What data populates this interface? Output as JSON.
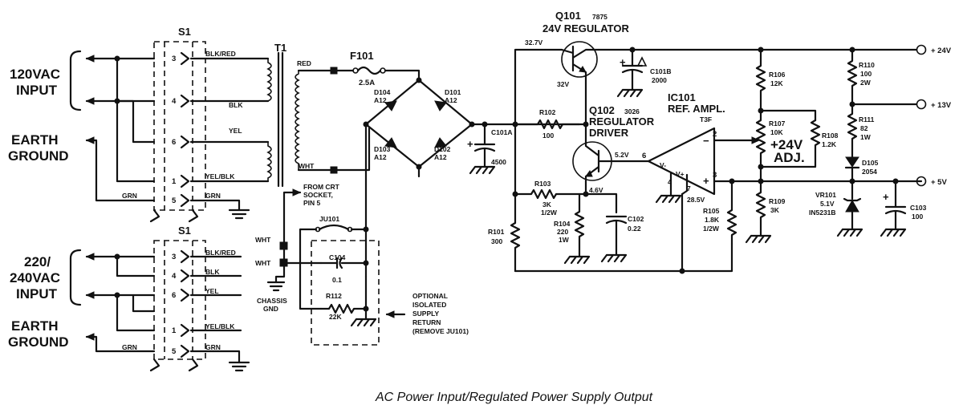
{
  "caption": "AC Power Input/Regulated Power Supply Output",
  "input_120": {
    "label_line1": "120VAC",
    "label_line2": "INPUT"
  },
  "earth_ground": {
    "line1": "EARTH",
    "line2": "GROUND"
  },
  "input_220": {
    "label_line1": "220/",
    "label_line2": "240VAC",
    "label_line3": "INPUT"
  },
  "switch": {
    "name": "S1",
    "pins": [
      "3",
      "4",
      "6",
      "1",
      "5"
    ]
  },
  "transformer": {
    "name": "T1",
    "wires": [
      "BLK/RED",
      "BLK",
      "YEL",
      "YEL/BLK",
      "GRN"
    ],
    "sec_red": "RED",
    "sec_wht": "WHT"
  },
  "wires_220": [
    "BLK/RED",
    "BLK",
    "YEL",
    "YEL/BLK",
    "GRN"
  ],
  "fuse": {
    "name": "F101",
    "value": "2.5A"
  },
  "diodes": [
    {
      "name": "D104",
      "type": "A12"
    },
    {
      "name": "D101",
      "type": "A12"
    },
    {
      "name": "D103",
      "type": "A12"
    },
    {
      "name": "D102",
      "type": "A12"
    }
  ],
  "crt": {
    "line1": "FROM CRT",
    "line2": "SOCKET,",
    "line3": "PIN 5",
    "wht1": "WHT",
    "wht2": "WHT"
  },
  "chassis": {
    "line1": "CHASSIS",
    "line2": "GND"
  },
  "ju101": "JU101",
  "c104": {
    "name": "C104",
    "value": "0.1"
  },
  "r112": {
    "name": "R112",
    "value": "22K"
  },
  "optional": {
    "line1": "OPTIONAL",
    "line2": "ISOLATED",
    "line3": "SUPPLY",
    "line4": "RETURN",
    "line5": "(REMOVE JU101)"
  },
  "q101": {
    "name": "Q101",
    "type": "7875",
    "desc": "24V REGULATOR",
    "vin": "32.7V",
    "vout": "32V"
  },
  "q102": {
    "name": "Q102",
    "type": "3026",
    "desc1": "REGULATOR",
    "desc2": "DRIVER",
    "vbase": "5.2V",
    "vemit": "4.6V"
  },
  "c101a": {
    "name": "C101A",
    "value": "4500"
  },
  "c101b": {
    "name": "C101B",
    "value": "2000"
  },
  "r102": {
    "name": "R102",
    "value": "100"
  },
  "r103": {
    "name": "R103",
    "value": "3K",
    "power": "1/2W"
  },
  "r104": {
    "name": "R104",
    "value": "220",
    "power": "1W"
  },
  "r101": {
    "name": "R101",
    "value": "300"
  },
  "c102": {
    "name": "C102",
    "value": "0.22"
  },
  "ic101": {
    "name": "IC101",
    "desc": "REF. AMPL.",
    "type": "T3F",
    "pin2": "2",
    "pin3": "3",
    "pin4": "4",
    "pin6": "6",
    "pin7": "7",
    "vplus": "V+",
    "vminus": "V-",
    "v7": "28.5V"
  },
  "r105": {
    "name": "R105",
    "value": "1.8K",
    "power": "1/2W"
  },
  "r106": {
    "name": "R106",
    "value": "12K"
  },
  "r107": {
    "name": "R107",
    "value": "10K",
    "adj1": "+24V",
    "adj2": "ADJ."
  },
  "r108": {
    "name": "R108",
    "value": "1.2K"
  },
  "r109": {
    "name": "R109",
    "value": "3K"
  },
  "r110": {
    "name": "R110",
    "value": "100",
    "power": "2W"
  },
  "r111": {
    "name": "R111",
    "value": "82",
    "power": "1W"
  },
  "d105": {
    "name": "D105",
    "type": "2054"
  },
  "vr101": {
    "name": "VR101",
    "value": "5.1V",
    "type": "IN5231B"
  },
  "c103": {
    "name": "C103",
    "value": "100"
  },
  "outputs": [
    "+ 24V",
    "+ 13V",
    "+ 5V"
  ]
}
